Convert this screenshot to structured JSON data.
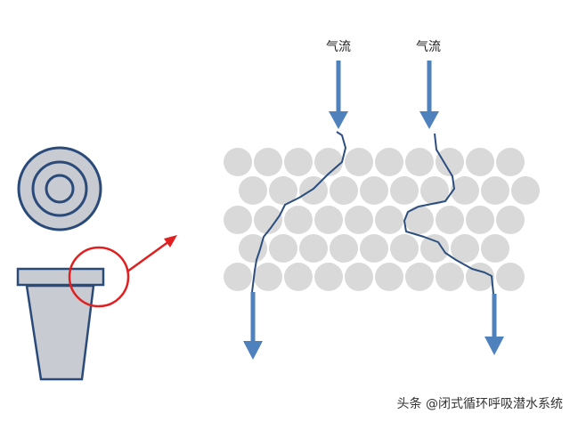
{
  "labels": {
    "airflow_left": "气流",
    "airflow_right": "气流"
  },
  "watermark": "头条 @闭式循环呼吸潜水系统",
  "colors": {
    "ball": "#d9d9d9",
    "outline": "#2a4a7a",
    "side_fill": "#c8cbd2",
    "arrow": "#4f81bd",
    "crack": "#2c4f7f",
    "highlight": "#e02020"
  },
  "icons": {
    "top_view": "concentric-rings-icon",
    "side_view": "tapered-cup-icon",
    "pointer": "red-arrow-icon"
  }
}
